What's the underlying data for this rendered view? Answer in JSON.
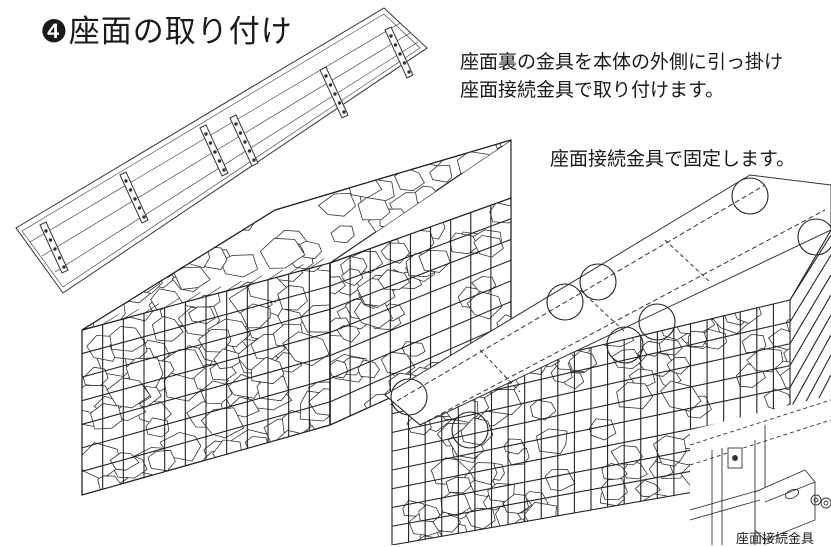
{
  "step": {
    "title": "❹座面の取り付け"
  },
  "instructions": {
    "line1": "座面裏の金具を本体の外側に引っ掛け",
    "line2": "座面接続金具で取り付けます。",
    "line3": "座面接続金具で固定します。"
  },
  "detail": {
    "label": "座面接続金具"
  },
  "icons": {
    "seat_plate": "seat-board-illustration",
    "gabion_left": "stone-filled-gabion-illustration",
    "gabion_right": "assembled-gabion-with-seat-illustration",
    "detail_inset": "connector-bracket-detail-illustration",
    "callout": "circle-callout-icon"
  },
  "callout_count": 8
}
